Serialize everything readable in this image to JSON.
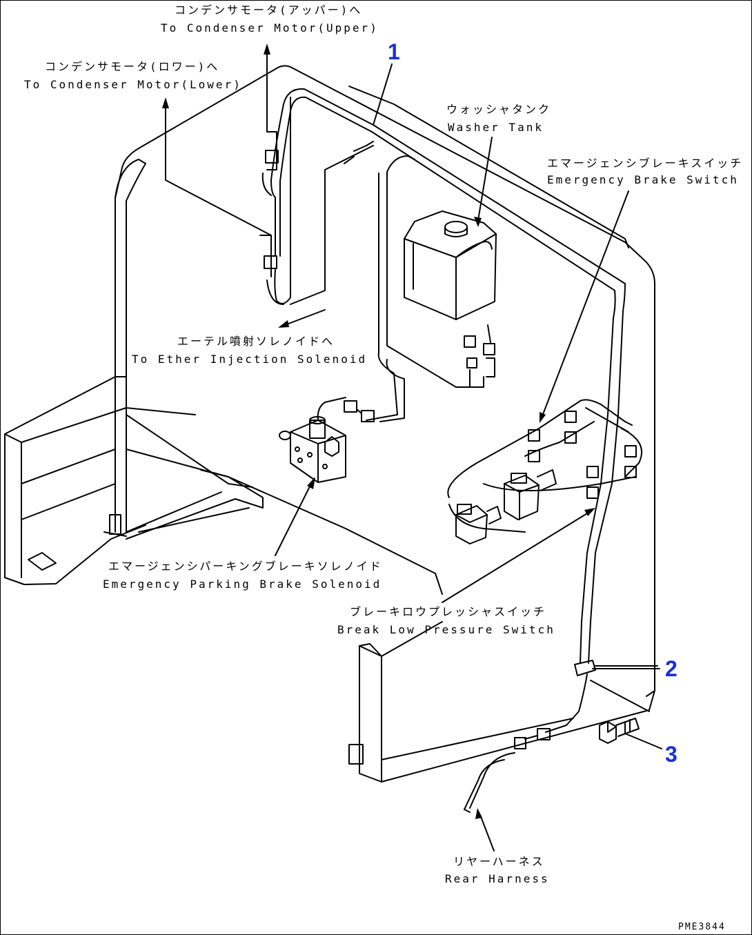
{
  "labels": {
    "condenser_upper_jp": "コンデンサモータ(アッパー)へ",
    "condenser_upper_en": "To Condenser Motor(Upper)",
    "condenser_lower_jp": "コンデンサモータ(ロワー)へ",
    "condenser_lower_en": "To Condenser Motor(Lower)",
    "washer_tank_jp": "ウォッシャタンク",
    "washer_tank_en": "Washer Tank",
    "emergency_brake_switch_jp": "エマージェンシブレーキスイッチ",
    "emergency_brake_switch_en": "Emergency Brake Switch",
    "ether_injection_jp": "エーテル噴射ソレノイドへ",
    "ether_injection_en": "To Ether Injection Solenoid",
    "parking_brake_solenoid_jp": "エマージェンシパーキングブレーキソレノイド",
    "parking_brake_solenoid_en": "Emergency Parking Brake Solenoid",
    "low_pressure_switch_jp": "ブレーキロウプレッシャスイッチ",
    "low_pressure_switch_en": "Break Low Pressure Switch",
    "rear_harness_jp": "リヤーハーネス",
    "rear_harness_en": "Rear Harness"
  },
  "callouts": {
    "one": "1",
    "two": "2",
    "three": "3"
  },
  "drawing_code": "PME3844",
  "colors": {
    "line": "#000000",
    "callout": "#1a2fd6",
    "background": "#ffffff"
  }
}
